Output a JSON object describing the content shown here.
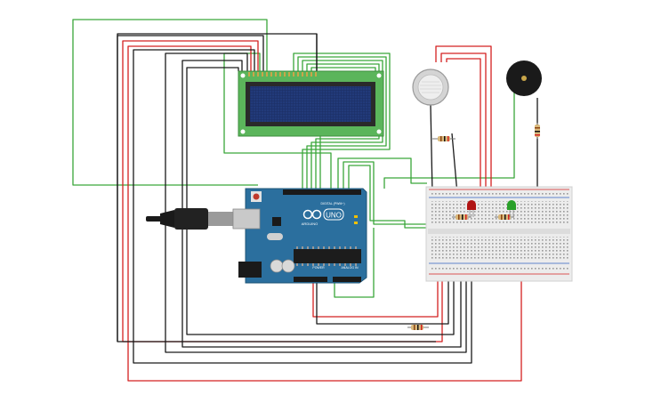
{
  "canvas": {
    "background": "#ffffff"
  },
  "colors": {
    "wire_green": "#3aa63a",
    "wire_red": "#d42020",
    "wire_black": "#1a1a1a",
    "arduino_board": "#2b6f9e",
    "lcd_pcb": "#5bb55b",
    "lcd_screen": "#1c2f66",
    "breadboard": "#ececec",
    "led_red": "#b01515",
    "led_green": "#2aa02a",
    "buzzer": "#1a1a1a"
  },
  "arduino": {
    "brand_text": "ARDUINO",
    "model_text": "UNO",
    "digital_label": "DIGITAL (PWM~)",
    "power_label": "POWER",
    "analog_label": "ANALOG IN"
  },
  "components": {
    "lcd": "lcd-16x2-icon",
    "gas_sensor": "gas-sensor-icon",
    "buzzer": "piezo-buzzer-icon",
    "usb_cable": "usb-cable-icon",
    "leds": [
      "red",
      "green"
    ],
    "resistor_count": 5
  }
}
